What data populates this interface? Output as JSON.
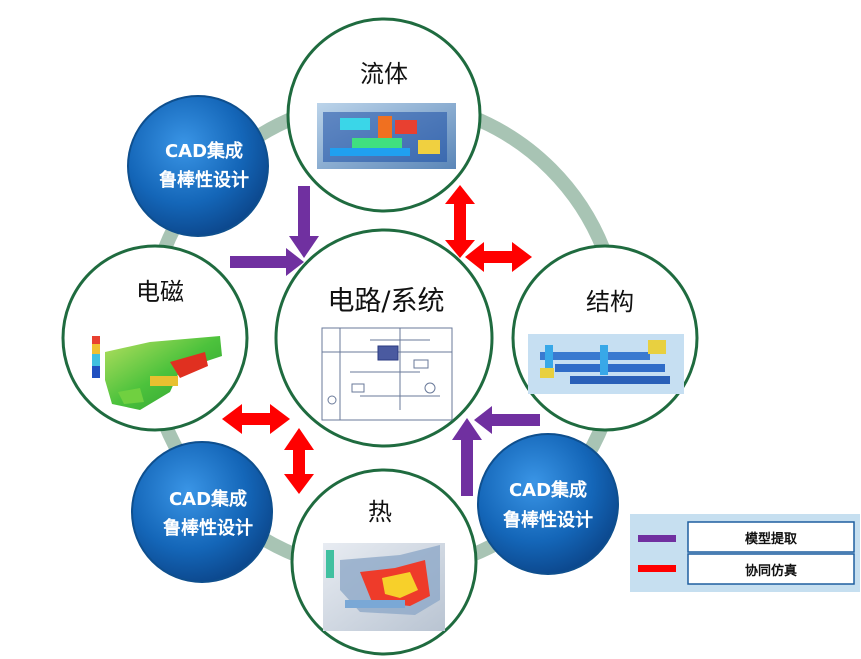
{
  "nodes": {
    "center": "电路/系统",
    "fluid": "流体",
    "structure": "结构",
    "thermal": "热",
    "em": "电磁"
  },
  "cad_badges": {
    "top_left": [
      "CAD集成",
      "鲁棒性设计"
    ],
    "bottom_left": [
      "CAD集成",
      "鲁棒性设计"
    ],
    "bottom_right": [
      "CAD集成",
      "鲁棒性设计"
    ]
  },
  "legend": {
    "items": [
      {
        "label": "模型提取",
        "color": "#7030a0"
      },
      {
        "label": "协同仿真",
        "color": "#ff0000"
      }
    ]
  },
  "colors": {
    "ring": "#a8c4b4",
    "circle_border": "#1f6b3f",
    "badge_fill": "#1b6fbf",
    "model_extract": "#7030a0",
    "co_sim": "#ff0000",
    "legend_bg": "#c6dff0"
  }
}
